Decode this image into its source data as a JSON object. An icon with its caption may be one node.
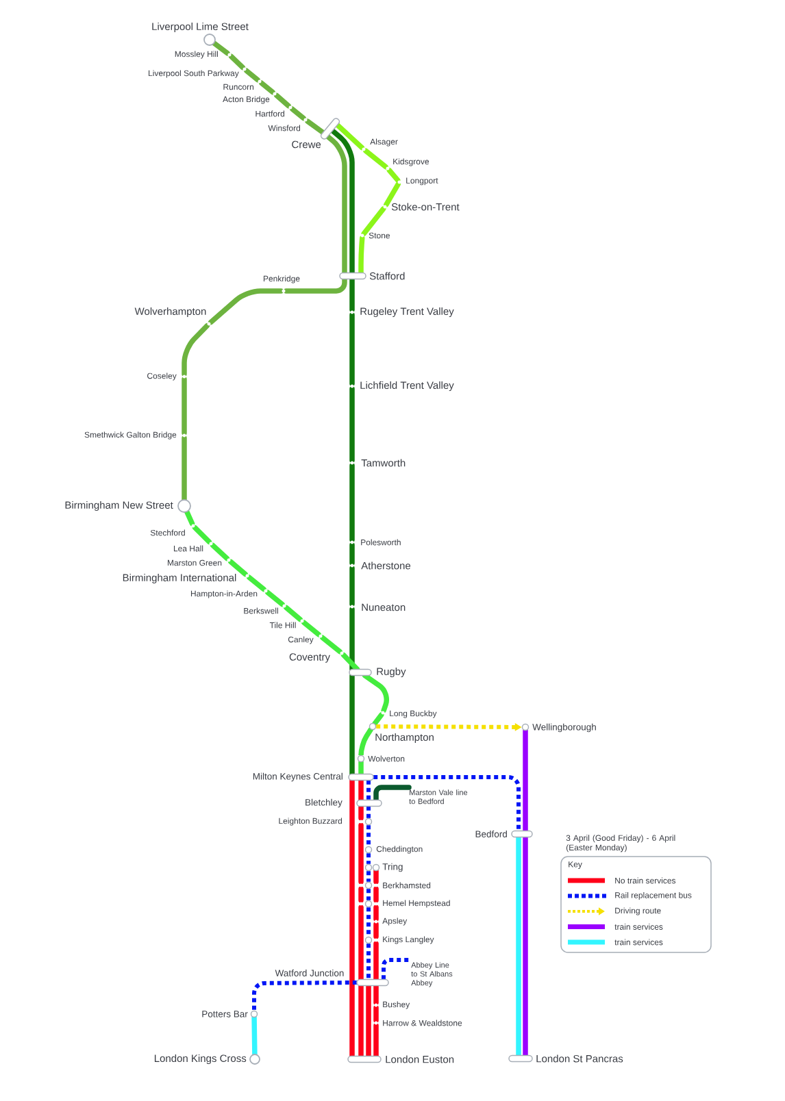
{
  "diagram": {
    "nodes": [
      {
        "text": [
          "Liverpool Lime Street"
        ]
      },
      {
        "text": [
          "Mossley Hill"
        ]
      },
      {
        "text": [
          "Liverpool South Parkway"
        ]
      },
      {
        "text": [
          "Runcorn"
        ]
      },
      {
        "text": [
          "Acton Bridge"
        ]
      },
      {
        "text": [
          "Hartford"
        ]
      },
      {
        "text": [
          "Winsford"
        ]
      },
      {
        "text": [
          "Crewe"
        ]
      },
      {
        "text": [
          "Alsager"
        ]
      },
      {
        "text": [
          "Kidsgrove"
        ]
      },
      {
        "text": [
          "Longport"
        ]
      },
      {
        "text": [
          "Stoke-on-Trent"
        ]
      },
      {
        "text": [
          "Stone"
        ]
      },
      {
        "text": [
          "Stafford"
        ]
      },
      {
        "text": [
          "Penkridge"
        ]
      },
      {
        "text": [
          "Wolverhampton"
        ]
      },
      {
        "text": [
          "Coseley"
        ]
      },
      {
        "text": [
          "Smethwick Galton Bridge"
        ]
      },
      {
        "text": [
          "Birmingham New Street"
        ]
      },
      {
        "text": [
          "Rugeley Trent Valley"
        ]
      },
      {
        "text": [
          "Lichfield Trent Valley"
        ]
      },
      {
        "text": [
          "Tamworth"
        ]
      },
      {
        "text": [
          "Stechford"
        ]
      },
      {
        "text": [
          "Lea Hall"
        ]
      },
      {
        "text": [
          "Marston Green"
        ]
      },
      {
        "text": [
          "Birmingham International"
        ]
      },
      {
        "text": [
          "Hampton-in-Arden"
        ]
      },
      {
        "text": [
          "Polesworth"
        ]
      },
      {
        "text": [
          "Atherstone"
        ]
      },
      {
        "text": [
          "Berkswell"
        ]
      },
      {
        "text": [
          "Nuneaton"
        ]
      },
      {
        "text": [
          "Tile Hill"
        ]
      },
      {
        "text": [
          "Canley"
        ]
      },
      {
        "text": [
          "Coventry"
        ]
      },
      {
        "text": [
          "Rugby"
        ]
      },
      {
        "text": [
          "Long Buckby"
        ]
      },
      {
        "text": [
          "Northampton"
        ]
      },
      {
        "text": [
          "Wellingborough"
        ]
      },
      {
        "text": [
          "Wolverton"
        ]
      },
      {
        "text": [
          "Milton Keynes Central"
        ]
      },
      {
        "text": [
          "Marston Vale line to Bedford"
        ]
      },
      {
        "text": [
          "Bletchley"
        ]
      },
      {
        "text": [
          "Leighton Buzzard"
        ]
      },
      {
        "text": [
          "Bedford"
        ]
      },
      {
        "text": [
          "Cheddington"
        ]
      },
      {
        "text": [
          "Tring"
        ]
      },
      {
        "text": [
          "Berkhamsted"
        ]
      },
      {
        "text": [
          "Hemel Hempstead"
        ]
      },
      {
        "text": [
          "Apsley"
        ]
      },
      {
        "text": [
          "Kings Langley"
        ]
      },
      {
        "text": [
          "Abbey Line to St Albans Abbey"
        ]
      },
      {
        "text": [
          "Watford Junction"
        ]
      },
      {
        "text": [
          "Bushey"
        ]
      },
      {
        "text": [
          "Potters Bar"
        ]
      },
      {
        "text": [
          "Harrow & Wealdstone"
        ]
      },
      {
        "text": [
          "London Kings Cross"
        ]
      },
      {
        "text": [
          "London Euston"
        ]
      },
      {
        "text": [
          "London St Pancras"
        ]
      }
    ],
    "edges": [
      {
        "from": 0,
        "to": 1,
        "arrow": "none",
        "color": "#6db33f"
      },
      {
        "from": 1,
        "to": 2,
        "arrow": "none",
        "color": "#6db33f"
      },
      {
        "from": 2,
        "to": 3,
        "arrow": "none",
        "color": "#6db33f"
      },
      {
        "from": 3,
        "to": 4,
        "arrow": "none",
        "color": "#6db33f"
      },
      {
        "from": 4,
        "to": 5,
        "arrow": "none",
        "color": "#6db33f"
      },
      {
        "from": 5,
        "to": 6,
        "arrow": "none",
        "color": "#6db33f"
      },
      {
        "from": 6,
        "to": 7,
        "arrow": "none",
        "color": "#6db33f"
      },
      {
        "from": 7,
        "to": 13,
        "arrow": "none",
        "color": "#6db33f"
      },
      {
        "from": 7,
        "to": 13,
        "arrow": "none",
        "color": "#117a0e"
      },
      {
        "from": 7,
        "to": 8,
        "arrow": "none",
        "color": "#8cf51a"
      },
      {
        "from": 8,
        "to": 9,
        "arrow": "none",
        "color": "#8cf51a"
      },
      {
        "from": 9,
        "to": 10,
        "arrow": "none",
        "color": "#8cf51a"
      },
      {
        "from": 10,
        "to": 11,
        "arrow": "none",
        "color": "#8cf51a"
      },
      {
        "from": 11,
        "to": 12,
        "arrow": "none",
        "color": "#8cf51a"
      },
      {
        "from": 12,
        "to": 13,
        "arrow": "none",
        "color": "#8cf51a"
      },
      {
        "from": 13,
        "to": 14,
        "arrow": "none",
        "color": "#6db33f"
      },
      {
        "from": 14,
        "to": 15,
        "arrow": "none",
        "color": "#6db33f"
      },
      {
        "from": 15,
        "to": 16,
        "arrow": "none",
        "color": "#6db33f"
      },
      {
        "from": 16,
        "to": 17,
        "arrow": "none",
        "color": "#6db33f"
      },
      {
        "from": 17,
        "to": 18,
        "arrow": "none",
        "color": "#6db33f"
      },
      {
        "from": 13,
        "to": 19,
        "arrow": "none",
        "color": "#117a0e"
      },
      {
        "from": 19,
        "to": 20,
        "arrow": "none",
        "color": "#117a0e"
      },
      {
        "from": 20,
        "to": 21,
        "arrow": "none",
        "color": "#117a0e"
      },
      {
        "from": 18,
        "to": 22,
        "arrow": "none",
        "color": "#44ec3e"
      },
      {
        "from": 21,
        "to": 27,
        "arrow": "none",
        "color": "#117a0e"
      },
      {
        "from": 22,
        "to": 23,
        "arrow": "none",
        "color": "#44ec3e"
      },
      {
        "from": 23,
        "to": 24,
        "arrow": "none",
        "color": "#44ec3e"
      },
      {
        "from": 24,
        "to": 25,
        "arrow": "none",
        "color": "#44ec3e"
      },
      {
        "from": 25,
        "to": 26,
        "arrow": "none",
        "color": "#44ec3e"
      },
      {
        "from": 27,
        "to": 28,
        "arrow": "none",
        "color": "#117a0e"
      },
      {
        "from": 26,
        "to": 29,
        "arrow": "none",
        "color": "#44ec3e"
      },
      {
        "from": 28,
        "to": 30,
        "arrow": "none",
        "color": "#117a0e"
      },
      {
        "from": 29,
        "to": 31,
        "arrow": "none",
        "color": "#44ec3e"
      },
      {
        "from": 31,
        "to": 32,
        "arrow": "none",
        "color": "#44ec3e"
      },
      {
        "from": 30,
        "to": 34,
        "arrow": "none",
        "color": "#117a0e"
      },
      {
        "from": 32,
        "to": 33,
        "arrow": "none",
        "color": "#44ec3e"
      },
      {
        "from": 33,
        "to": 34,
        "arrow": "none",
        "color": "#44ec3e"
      },
      {
        "from": 34,
        "to": 39,
        "arrow": "none",
        "color": "#117a0e"
      },
      {
        "from": 34,
        "to": 35,
        "arrow": "none",
        "color": "#44ec3e"
      },
      {
        "from": 35,
        "to": 36,
        "arrow": "none",
        "color": "#44ec3e"
      },
      {
        "from": 36,
        "to": 37,
        "arrow": "to",
        "style": "dashed",
        "color": "#f5e000"
      },
      {
        "from": 36,
        "to": 38,
        "arrow": "none",
        "color": "#44ec3e"
      },
      {
        "from": 37,
        "to": 43,
        "arrow": "none",
        "color": "#9a00ff"
      },
      {
        "from": 38,
        "to": 39,
        "arrow": "none",
        "color": "#44ec3e"
      },
      {
        "from": 39,
        "to": 56,
        "arrow": "none",
        "color": "#ff0019"
      },
      {
        "from": 39,
        "to": 41,
        "arrow": "none",
        "color": "#ff0019"
      },
      {
        "from": 39,
        "to": 41,
        "arrow": "none",
        "style": "dashed",
        "color": "#0016f5"
      },
      {
        "from": 39,
        "to": 43,
        "arrow": "none",
        "style": "dashed",
        "color": "#0016f5"
      },
      {
        "from": 41,
        "to": 40,
        "arrow": "none",
        "color": "#0b5a2e"
      },
      {
        "from": 41,
        "to": 42,
        "arrow": "none",
        "color": "#ff0019"
      },
      {
        "from": 41,
        "to": 42,
        "arrow": "none",
        "style": "dashed",
        "color": "#0016f5"
      },
      {
        "from": 42,
        "to": 46,
        "arrow": "none",
        "color": "#ff0019"
      },
      {
        "from": 42,
        "to": 44,
        "arrow": "none",
        "style": "dashed",
        "color": "#0016f5"
      },
      {
        "from": 43,
        "to": 57,
        "arrow": "none",
        "color": "#9a00ff"
      },
      {
        "from": 43,
        "to": 57,
        "arrow": "none",
        "color": "#33f5ff"
      },
      {
        "from": 44,
        "to": 45,
        "arrow": "none",
        "style": "dashed",
        "color": "#0016f5"
      },
      {
        "from": 45,
        "to": 46,
        "arrow": "none",
        "style": "dashed",
        "color": "#0016f5"
      },
      {
        "from": 45,
        "to": 46,
        "arrow": "none",
        "color": "#ff0019"
      },
      {
        "from": 46,
        "to": 47,
        "arrow": "none",
        "color": "#ff0019"
      },
      {
        "from": 46,
        "to": 47,
        "arrow": "none",
        "style": "dashed",
        "color": "#0016f5"
      },
      {
        "from": 46,
        "to": 47,
        "arrow": "none",
        "color": "#ff0019"
      },
      {
        "from": 47,
        "to": 51,
        "arrow": "none",
        "color": "#ff0019"
      },
      {
        "from": 47,
        "to": 49,
        "arrow": "none",
        "style": "dashed",
        "color": "#0016f5"
      },
      {
        "from": 47,
        "to": 48,
        "arrow": "none",
        "color": "#ff0019"
      },
      {
        "from": 48,
        "to": 49,
        "arrow": "none",
        "color": "#ff0019"
      },
      {
        "from": 49,
        "to": 51,
        "arrow": "none",
        "style": "dashed",
        "color": "#0016f5"
      },
      {
        "from": 49,
        "to": 51,
        "arrow": "none",
        "color": "#ff0019"
      },
      {
        "from": 51,
        "to": 50,
        "arrow": "none",
        "style": "dashed",
        "color": "#0016f5"
      },
      {
        "from": 51,
        "to": 53,
        "arrow": "none",
        "style": "dashed",
        "color": "#0016f5"
      },
      {
        "from": 51,
        "to": 52,
        "arrow": "none",
        "color": "#ff0019"
      },
      {
        "from": 51,
        "to": 56,
        "arrow": "none",
        "color": "#ff0019"
      },
      {
        "from": 51,
        "to": 56,
        "arrow": "none",
        "color": "#ff0019"
      },
      {
        "from": 52,
        "to": 54,
        "arrow": "none",
        "color": "#ff0019"
      },
      {
        "from": 53,
        "to": 55,
        "arrow": "none",
        "color": "#33f5ff"
      },
      {
        "from": 54,
        "to": 56,
        "arrow": "none",
        "color": "#ff0019"
      }
    ],
    "labels": [
      "3 April (Good Friday) - 6 April (Easter Monday)",
      "Key"
    ],
    "legend": [
      {
        "text": "No train services",
        "color": "#ff0019"
      },
      {
        "text": "Rail replacement bus",
        "color": "#0016f5"
      },
      {
        "text": "Driving route",
        "color": "#f5e000"
      },
      {
        "text": "train services",
        "color": "#9a00ff"
      },
      {
        "text": "train services",
        "color": "#33f5ff"
      }
    ]
  }
}
